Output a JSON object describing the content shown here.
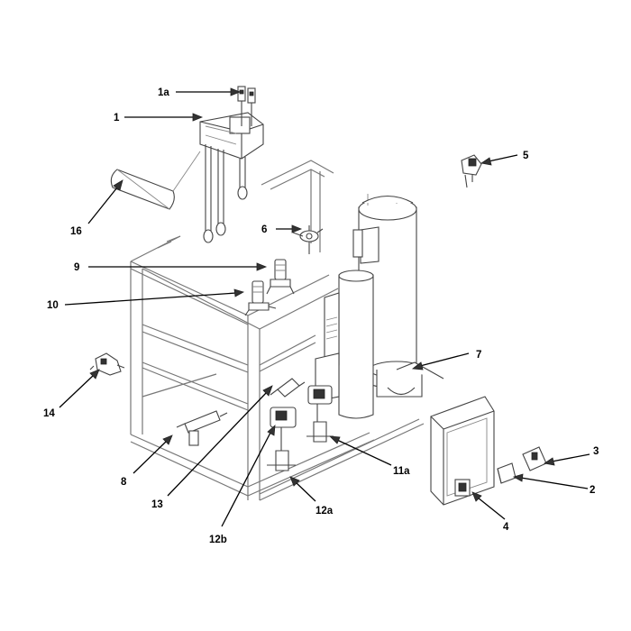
{
  "callouts": {
    "c1a": "1a",
    "c1": "1",
    "c16": "16",
    "c6": "6",
    "c9": "9",
    "c10": "10",
    "c5": "5",
    "c7": "7",
    "c14": "14",
    "c8": "8",
    "c13": "13",
    "c12b": "12b",
    "c12a": "12a",
    "c11a": "11a",
    "c4": "4",
    "c3": "3",
    "c2": "2"
  },
  "colors": {
    "lines": "#777777",
    "labels": "#000000"
  }
}
